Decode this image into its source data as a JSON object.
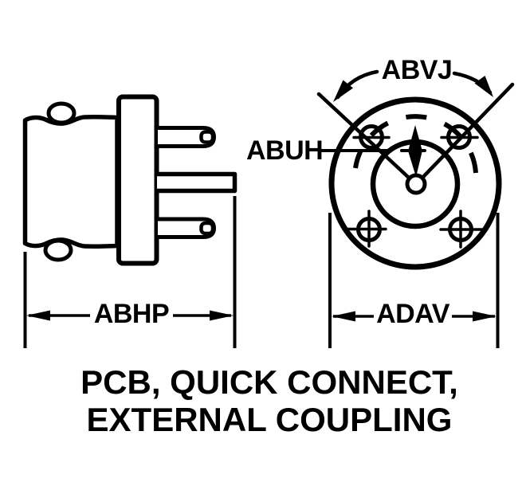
{
  "drawing": {
    "title_line1": "PCB, QUICK CONNECT,",
    "title_line2": "EXTERNAL COUPLING",
    "labels": {
      "arc_dimension": "ABVJ",
      "leader_dimension": "ABUH",
      "side_length_dimension": "ABHP",
      "front_diameter_dimension": "ADAV"
    },
    "colors": {
      "line": "#000000",
      "background": "#ffffff"
    }
  }
}
